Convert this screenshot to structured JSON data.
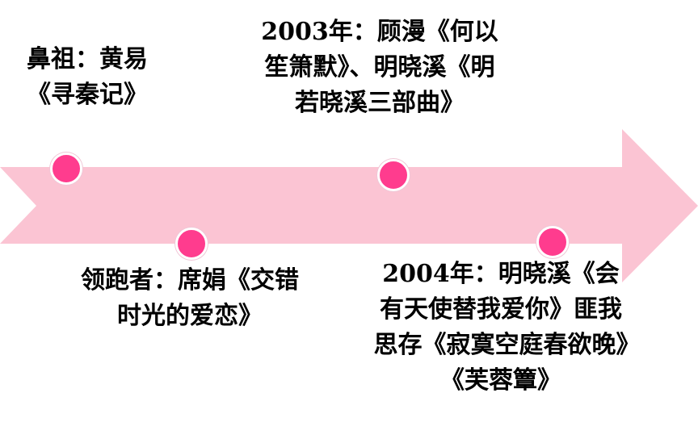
{
  "colors": {
    "arrow_fill": "#fbc4d3",
    "dot_fill": "#ff3c8e",
    "text": "#000000"
  },
  "events": [
    {
      "text": "鼻祖：黄易《寻秦记》"
    },
    {
      "text": "领跑者：席娟《交错时光的爱恋》"
    },
    {
      "text": "2003年：顾漫《何以笙箫默》、明晓溪《明若晓溪三部曲》"
    },
    {
      "text": "2004年：明晓溪《会有天使替我爱你》匪我思存《寂寞空庭春欲晚》《芙蓉簟》"
    }
  ]
}
